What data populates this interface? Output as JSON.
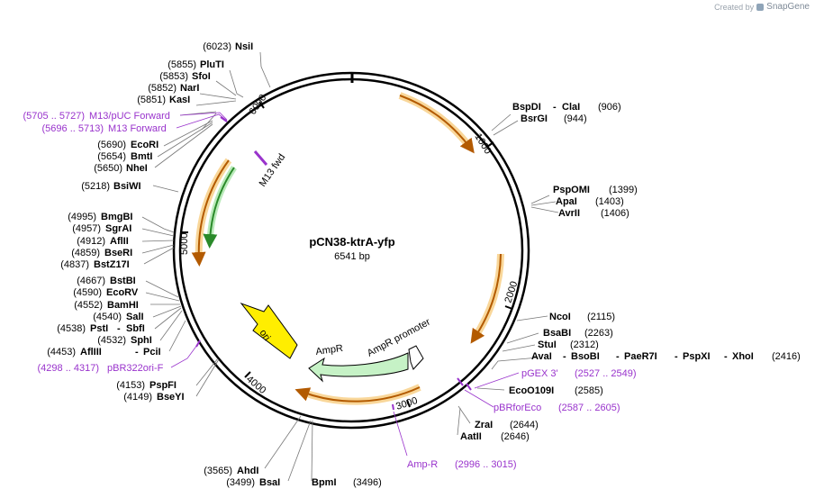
{
  "watermark": {
    "prefix": "Created by",
    "brand": "SnapGene"
  },
  "map": {
    "name": "pCN38-ktrA-yfp",
    "size_label": "6541 bp",
    "total_bp": 6541,
    "ticks": [
      "1000",
      "2000",
      "3000",
      "4000",
      "5000",
      "6000"
    ],
    "colors": {
      "primer": "#9933cc",
      "feature_orange": "#f5c066",
      "feature_green": "#c6f2c6",
      "ori": "#ffee00"
    }
  },
  "features": [
    {
      "id": "ori",
      "label": "ori",
      "color": "#ffee00"
    },
    {
      "id": "ampr",
      "label": "AmpR",
      "color": "#c6f2c6"
    },
    {
      "id": "ampr-promoter",
      "label": "AmpR promoter",
      "color": "#ffffff"
    },
    {
      "id": "m13fwd",
      "label": "M13 fwd",
      "color": "#9933cc"
    }
  ],
  "sites": [
    {
      "name": "NsiI",
      "pos": "(6023)"
    },
    {
      "name": "PluTI",
      "pos": "(5855)"
    },
    {
      "name": "SfoI",
      "pos": "(5853)"
    },
    {
      "name": "NarI",
      "pos": "(5852)"
    },
    {
      "name": "KasI",
      "pos": "(5851)"
    },
    {
      "name": "EcoRI",
      "pos": "(5690)"
    },
    {
      "name": "BmtI",
      "pos": "(5654)"
    },
    {
      "name": "NheI",
      "pos": "(5650)"
    },
    {
      "name": "BsiWI",
      "pos": "(5218)"
    },
    {
      "name": "BmgBI",
      "pos": "(4995)"
    },
    {
      "name": "SgrAI",
      "pos": "(4957)"
    },
    {
      "name": "AflII",
      "pos": "(4912)"
    },
    {
      "name": "BseRI",
      "pos": "(4859)"
    },
    {
      "name": "BstZ17I",
      "pos": "(4837)"
    },
    {
      "name": "BstBI",
      "pos": "(4667)"
    },
    {
      "name": "EcoRV",
      "pos": "(4590)"
    },
    {
      "name": "BamHI",
      "pos": "(4552)"
    },
    {
      "name": "SalI",
      "pos": "(4540)"
    },
    {
      "name": "PstI",
      "name2": "SbfI",
      "pos": "(4538)"
    },
    {
      "name": "SphI",
      "pos": "(4532)"
    },
    {
      "name": "AflIII",
      "name2": "PciI",
      "pos": "(4453)"
    },
    {
      "name": "PspFI",
      "pos": "(4153)"
    },
    {
      "name": "BseYI",
      "pos": "(4149)"
    },
    {
      "name": "AhdI",
      "pos": "(3565)"
    },
    {
      "name": "BsaI",
      "pos": "(3499)"
    },
    {
      "name": "BpmI",
      "pos": "(3496)"
    },
    {
      "name": "BspDI",
      "name2": "ClaI",
      "pos": "(906)"
    },
    {
      "name": "BsrGI",
      "pos": "(944)"
    },
    {
      "name": "PspOMI",
      "pos": "(1399)"
    },
    {
      "name": "ApaI",
      "pos": "(1403)"
    },
    {
      "name": "AvrII",
      "pos": "(1406)"
    },
    {
      "name": "NcoI",
      "pos": "(2115)"
    },
    {
      "name": "BsaBI",
      "pos": "(2263)"
    },
    {
      "name": "StuI",
      "pos": "(2312)"
    },
    {
      "name": "AvaI",
      "name2": "BsoBI",
      "name3": "PaeR7I",
      "name4": "PspXI",
      "name5": "XhoI",
      "pos": "(2416)"
    },
    {
      "name": "EcoO109I",
      "pos": "(2585)"
    },
    {
      "name": "ZraI",
      "pos": "(2644)"
    },
    {
      "name": "AatII",
      "pos": "(2646)"
    }
  ],
  "primers": [
    {
      "range": "(5705 .. 5727)",
      "name": "M13/pUC Forward"
    },
    {
      "range": "(5696 .. 5713)",
      "name": "M13 Forward"
    },
    {
      "range": "(4298 .. 4317)",
      "name": "pBR322ori-F"
    },
    {
      "range": "(2527 .. 2549)",
      "name": "pGEX 3'"
    },
    {
      "range": "(2587 .. 2605)",
      "name": "pBRforEco"
    },
    {
      "name": "Amp-R",
      "range": "(2996 .. 3015)"
    }
  ]
}
